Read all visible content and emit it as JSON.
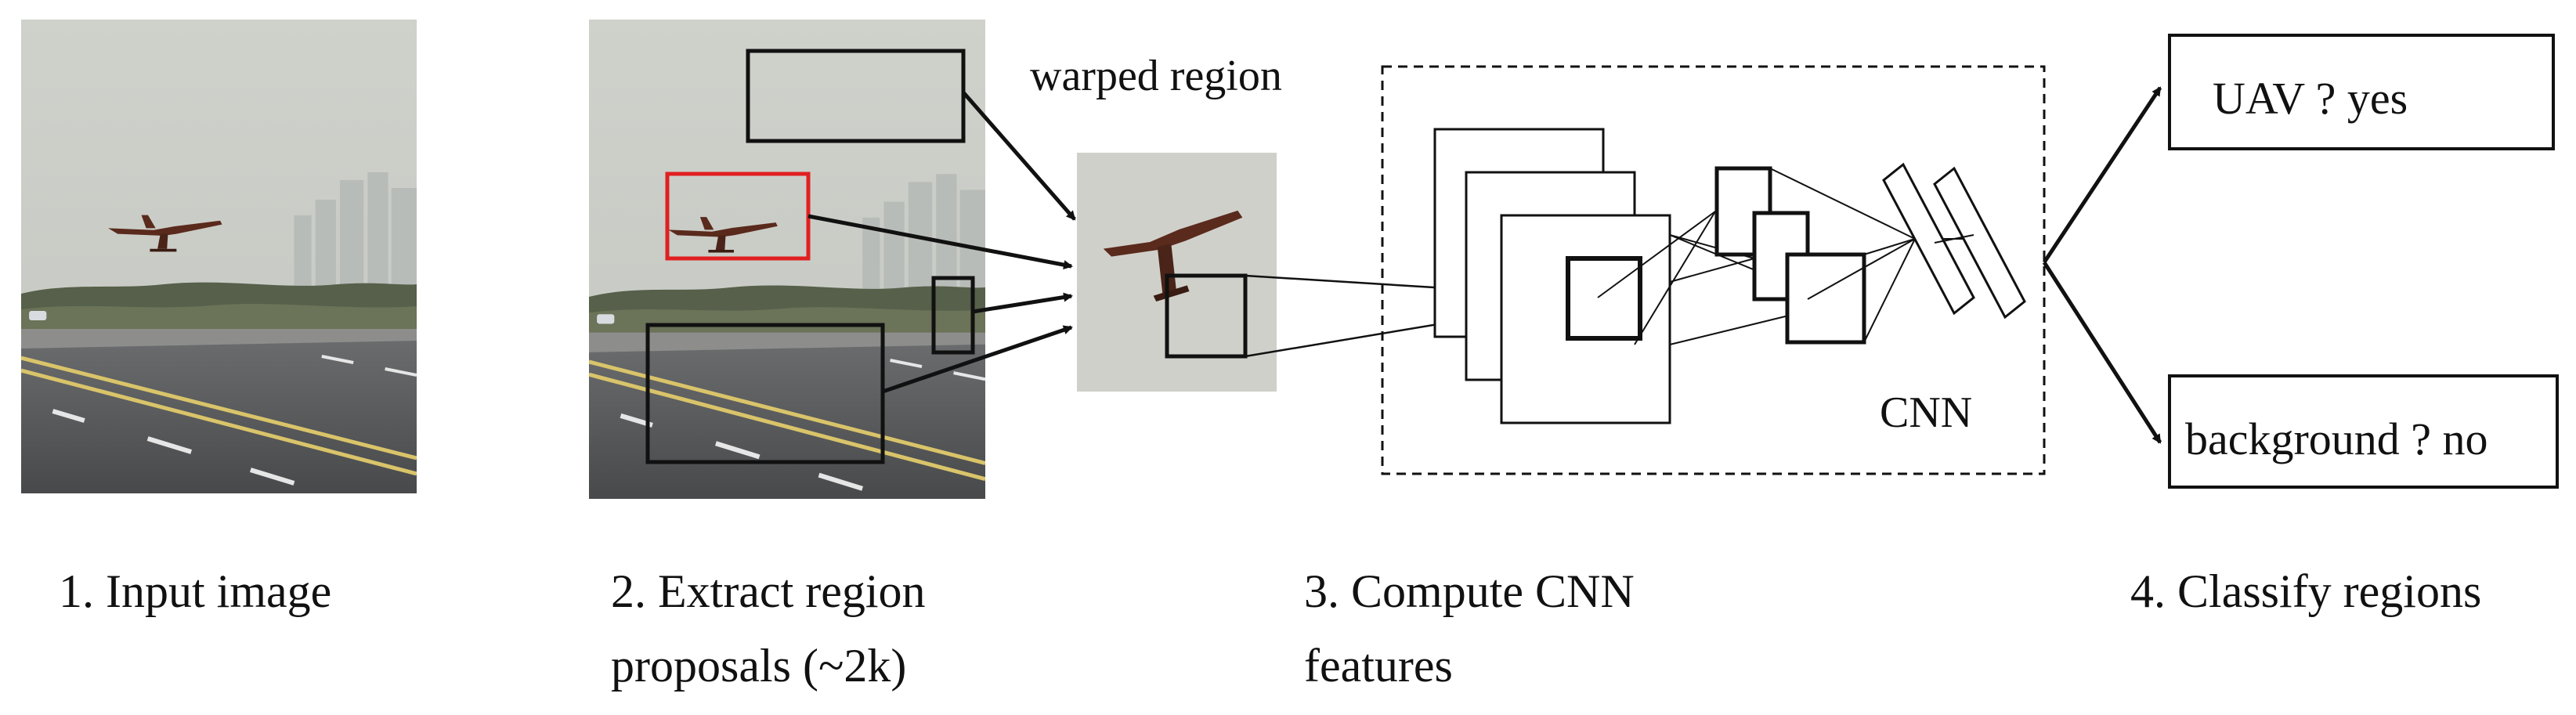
{
  "steps": [
    {
      "label": "1. Input image"
    },
    {
      "label_line1": "2. Extract region",
      "label_line2": "proposals (~2k)"
    },
    {
      "label_line1": "3. Compute CNN",
      "label_line2": "features"
    },
    {
      "label": "4. Classify regions"
    }
  ],
  "warped_region_label": "warped region",
  "cnn_label": "CNN",
  "classifications": [
    {
      "text": "UAV ? yes"
    },
    {
      "text": "background ?  no"
    }
  ],
  "colors": {
    "proposal_highlight": "#e02020",
    "box": "#111111",
    "sky": "#c9cbc4",
    "road": "#5a5c5f"
  }
}
